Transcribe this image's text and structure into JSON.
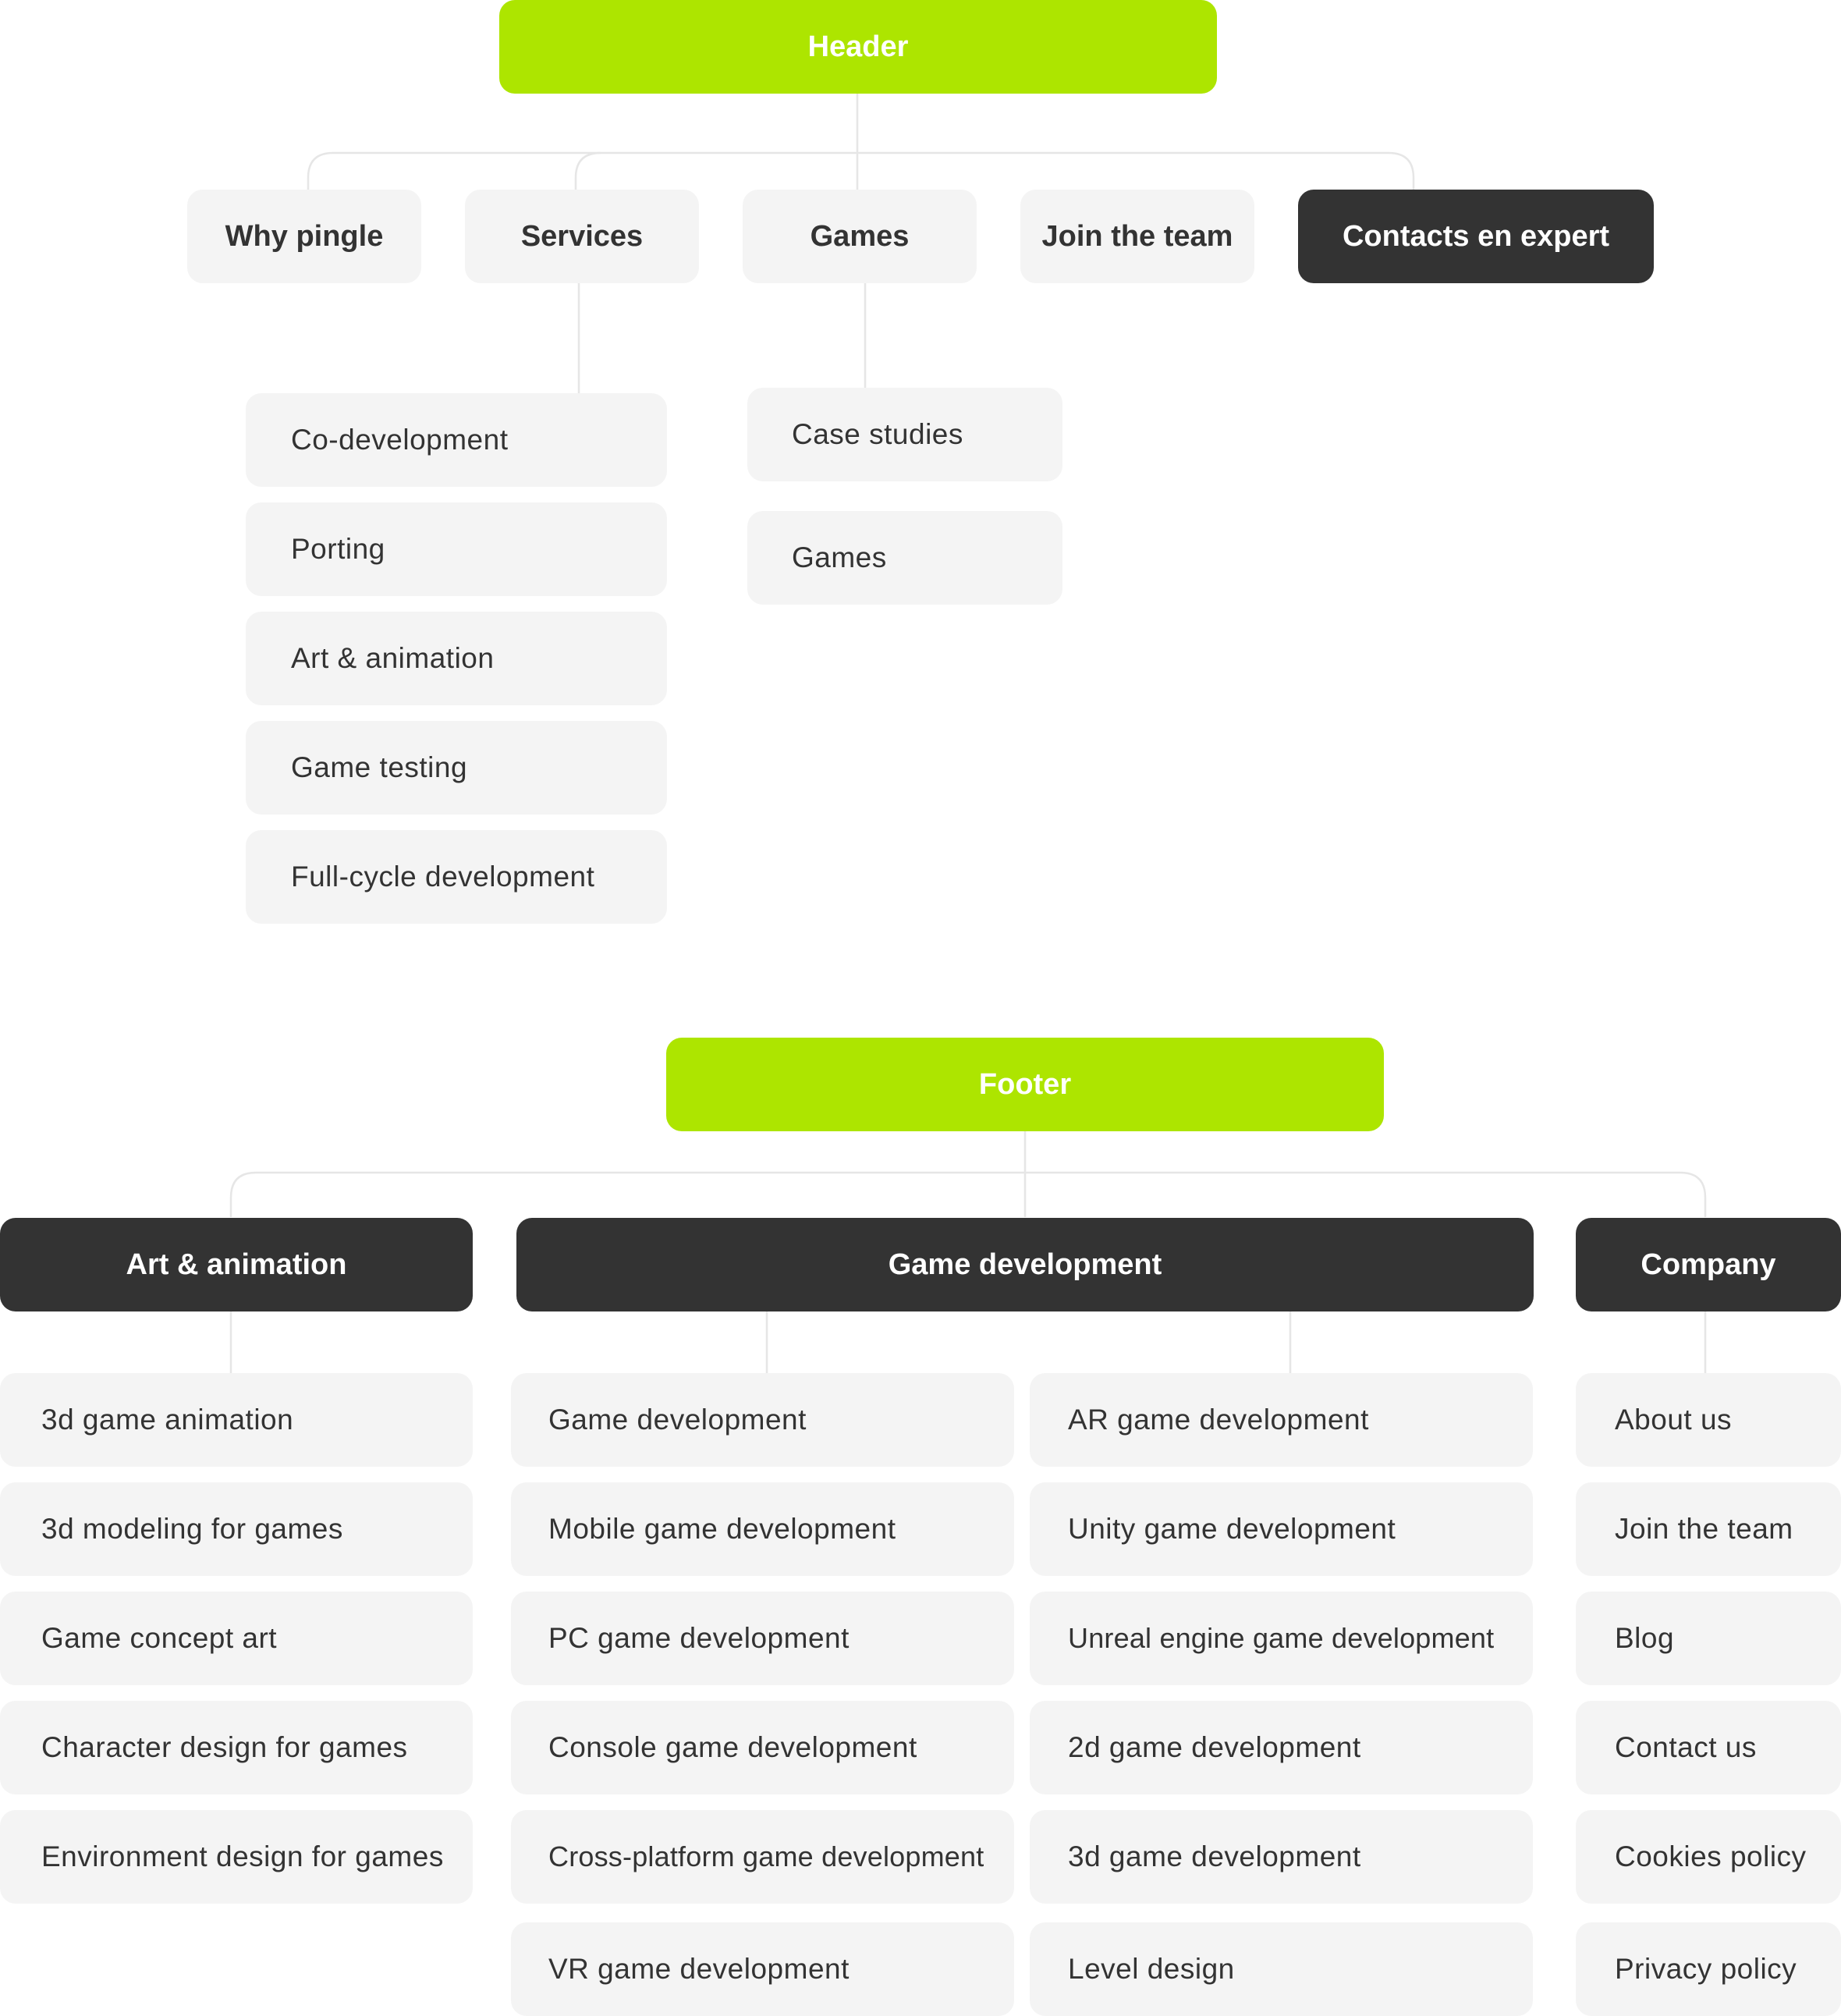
{
  "header": {
    "title": "Header",
    "nav": [
      "Why pingle",
      "Services",
      "Games",
      "Join the team",
      "Contacts en expert"
    ],
    "services_items": [
      "Co-development",
      "Porting",
      "Art & animation",
      "Game testing",
      "Full-cycle development"
    ],
    "games_items": [
      "Case studies",
      "Games"
    ]
  },
  "footer": {
    "title": "Footer",
    "groups": [
      "Art & animation",
      "Game development",
      "Company"
    ],
    "art_items": [
      "3d game animation",
      "3d modeling for games",
      "Game concept art",
      "Character design for games",
      "Environment design for games"
    ],
    "gamedev_left_items": [
      "Game development",
      "Mobile game development",
      "PC game development",
      "Console game development",
      "Cross-platform game development",
      "VR game development"
    ],
    "gamedev_right_items": [
      "AR game development",
      "Unity game development",
      "Unreal engine game development",
      "2d game development",
      "3d game development",
      "Level design"
    ],
    "company_items": [
      "About us",
      "Join the team",
      "Blog",
      "Contact us",
      "Cookies policy",
      "Privacy policy"
    ]
  },
  "colors": {
    "accent": "#ade500",
    "dark": "#333333",
    "light": "#f4f4f4",
    "connector": "#e6e6e6"
  }
}
